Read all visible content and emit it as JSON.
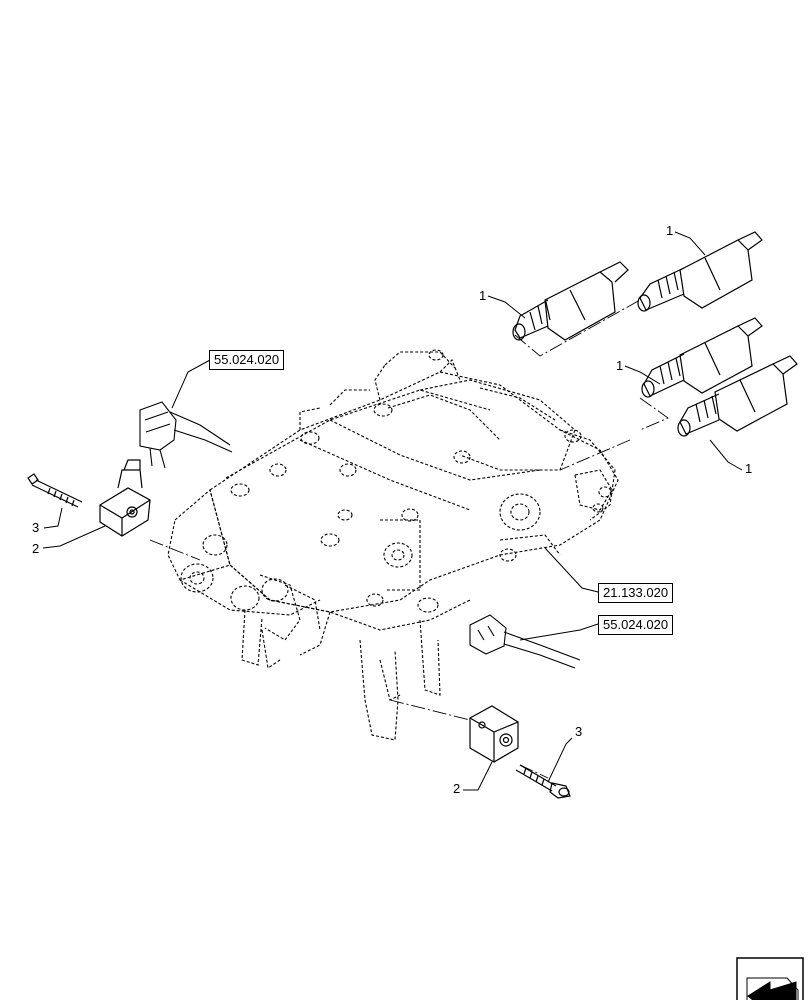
{
  "references": {
    "ref_top_left": "55.024.020",
    "ref_housing": "21.133.020",
    "ref_right": "55.024.020"
  },
  "callouts": {
    "solenoid_a": "1",
    "solenoid_b": "1",
    "solenoid_c": "1",
    "solenoid_d": "1",
    "connector_left": "2",
    "bolt_left": "3",
    "connector_bottom": "2",
    "bolt_bottom": "3"
  },
  "icons": {
    "navigation": "navigation-arrow-icon"
  }
}
